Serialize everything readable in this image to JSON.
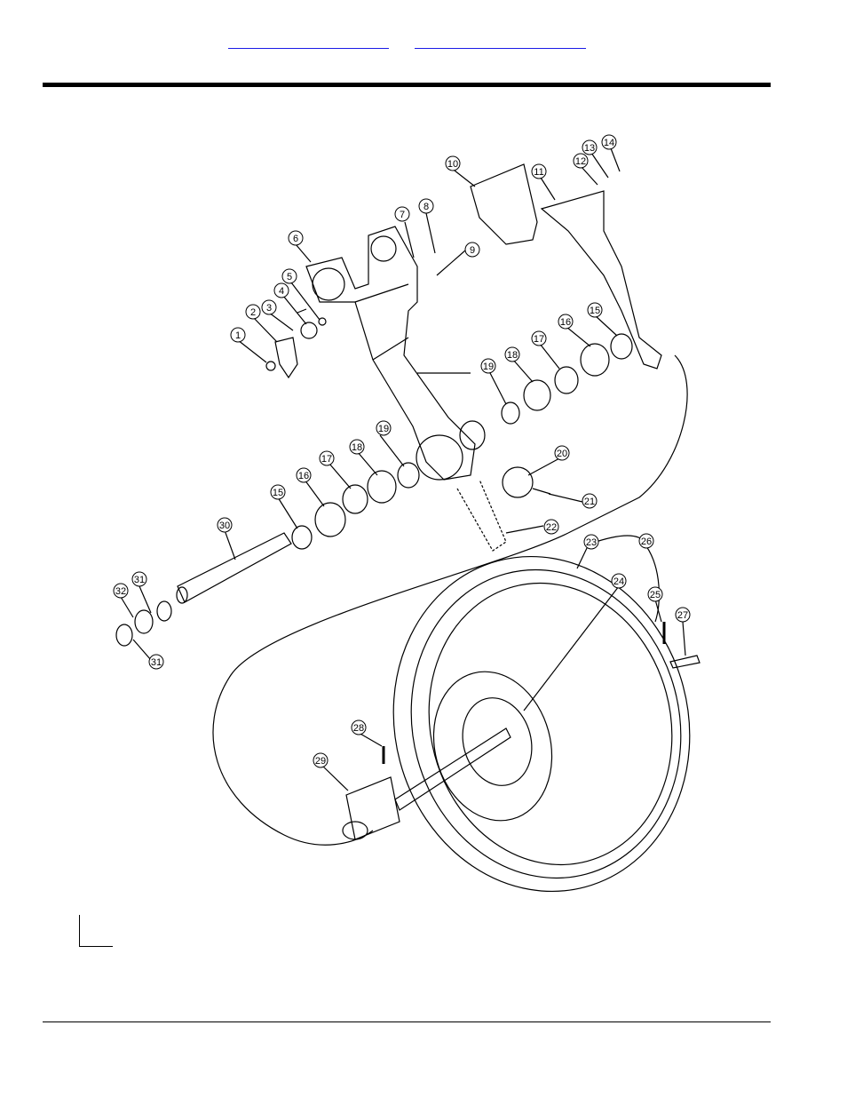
{
  "header": {
    "link_a": "",
    "link_b": ""
  },
  "callouts": [
    "1",
    "2",
    "3",
    "4",
    "5",
    "6",
    "7",
    "8",
    "9",
    "10",
    "11",
    "12",
    "13",
    "14",
    "15",
    "16",
    "17",
    "18",
    "19",
    "20",
    "21",
    "22",
    "23",
    "24",
    "25",
    "26",
    "27",
    "28",
    "29",
    "30",
    "31",
    "32",
    "15",
    "16",
    "17",
    "18",
    "19",
    "31"
  ],
  "colors": {
    "line": "#000000",
    "link": "#1a1ae6",
    "background": "#ffffff"
  }
}
